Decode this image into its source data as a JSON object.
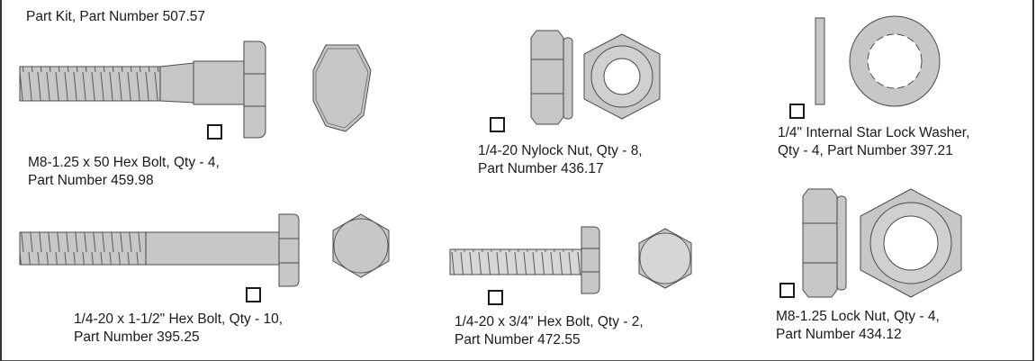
{
  "kit_title": "Part Kit, Part Number 507.57",
  "parts": [
    {
      "line1": "M8-1.25 x 50 Hex Bolt, Qty - 4,",
      "line2": "Part Number 459.98"
    },
    {
      "line1": "1/4-20 Nylock Nut, Qty - 8,",
      "line2": "Part Number 436.17"
    },
    {
      "line1": "1/4\" Internal Star Lock Washer,",
      "line2": "Qty - 4, Part Number 397.21"
    },
    {
      "line1": "1/4-20 x 1-1/2\" Hex Bolt, Qty - 10,",
      "line2": "Part Number 395.25"
    },
    {
      "line1": "1/4-20 x 3/4\" Hex Bolt, Qty - 2,",
      "line2": "Part Number 472.55"
    },
    {
      "line1": "M8-1.25 Lock Nut, Qty - 4,",
      "line2": "Part Number 434.12"
    }
  ],
  "colors": {
    "part_fill": "#c7c7c7",
    "part_fill_light": "#d6d6d6",
    "outline": "#4a4a4a",
    "text": "#1a1a1a"
  }
}
